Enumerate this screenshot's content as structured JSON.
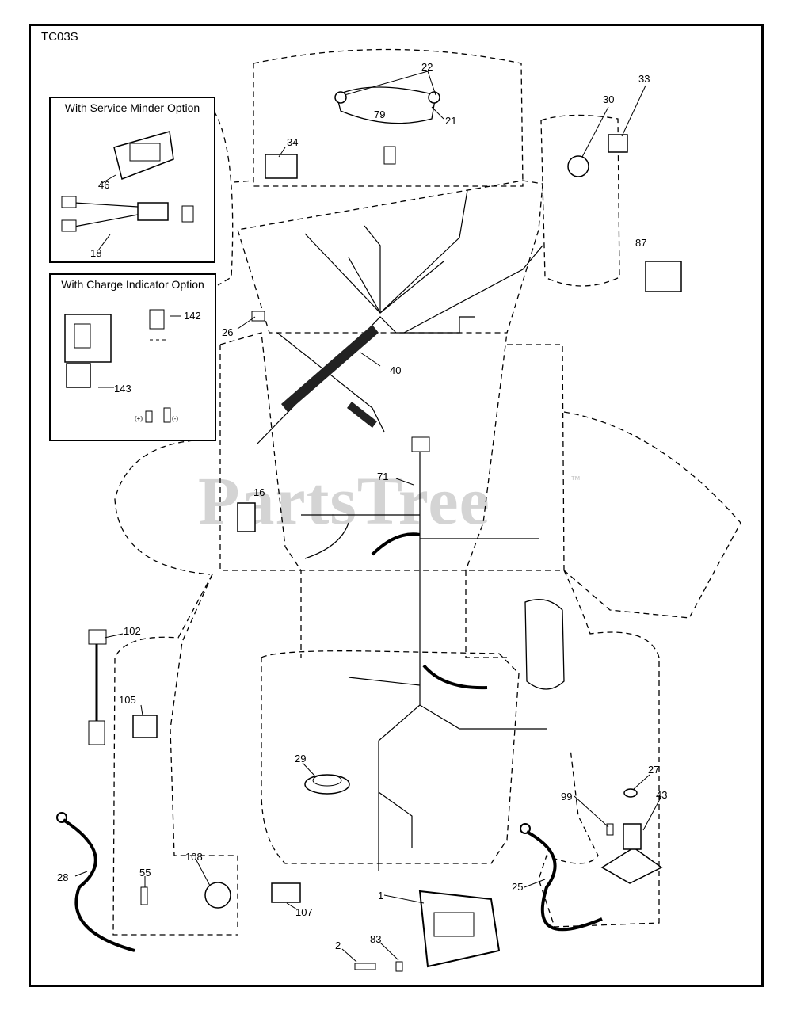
{
  "diagram_code": "TC03S",
  "watermark": "PartsTree",
  "watermark_tm": "™",
  "inset_service": {
    "title": "With Service Minder Option",
    "parts": [
      "46",
      "18"
    ]
  },
  "inset_charge": {
    "title": "With Charge Indicator Option",
    "parts": [
      "142",
      "143"
    ]
  },
  "labels": {
    "p22": "22",
    "p79": "79",
    "p21": "21",
    "p34": "34",
    "p30": "30",
    "p33": "33",
    "p87": "87",
    "p26": "26",
    "p40": "40",
    "p16": "16",
    "p71": "71",
    "p102": "102",
    "p105": "105",
    "p29": "29",
    "p27": "27",
    "p43": "43",
    "p99": "99",
    "p28": "28",
    "p55": "55",
    "p108": "108",
    "p107": "107",
    "p1": "1",
    "p25": "25",
    "p2": "2",
    "p83": "83"
  },
  "terminal_marks": [
    "(+)",
    "(-)"
  ]
}
